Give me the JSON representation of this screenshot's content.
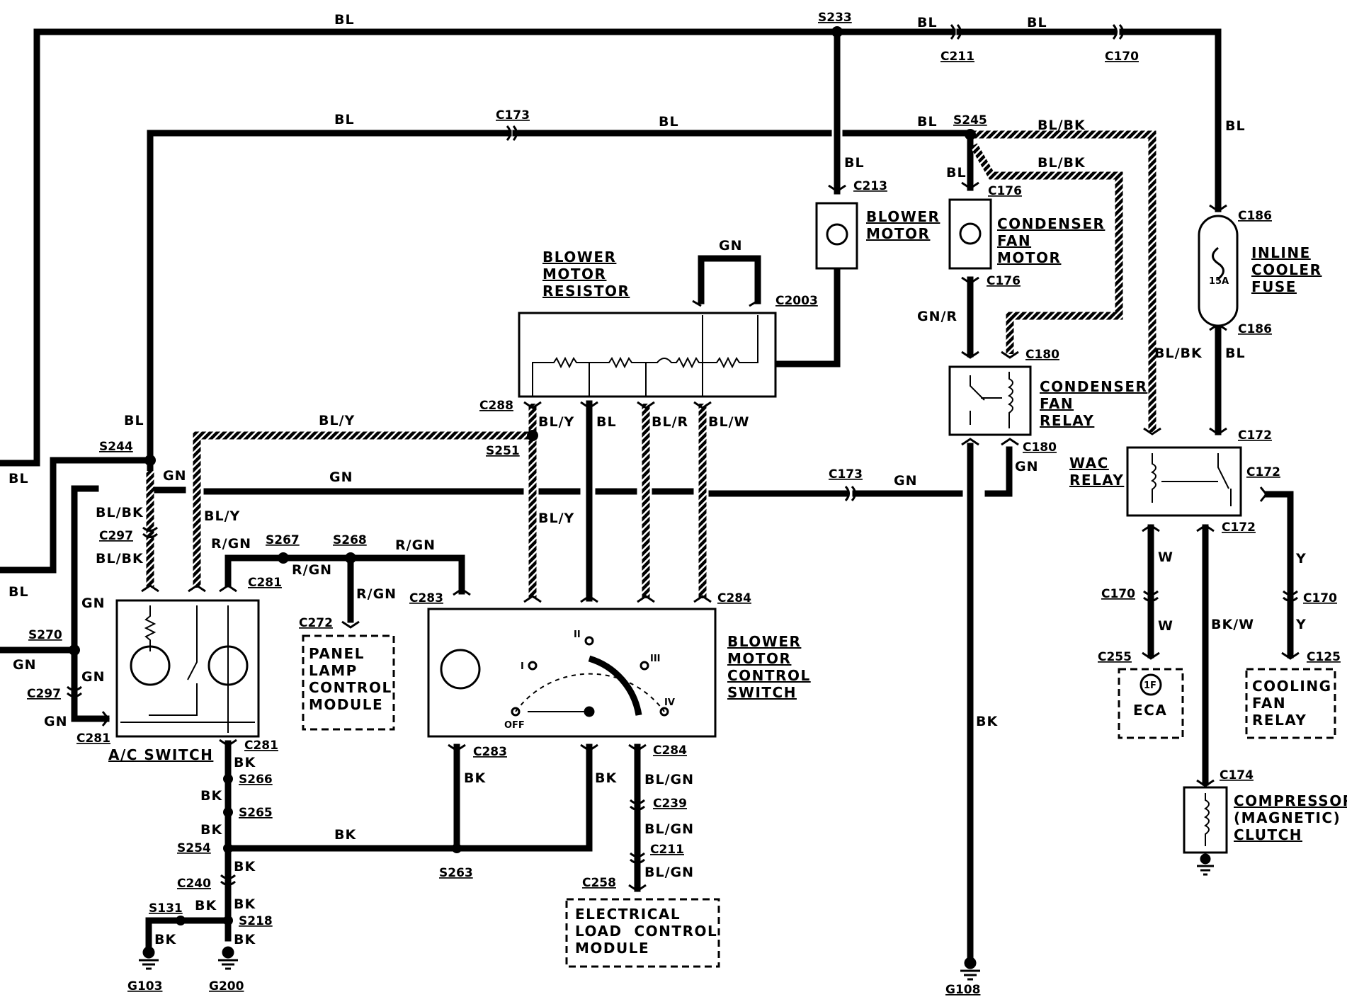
{
  "components": {
    "blower_motor": [
      "BLOWER",
      "MOTOR"
    ],
    "condenser_fan_motor": [
      "CONDENSER",
      "FAN",
      "MOTOR"
    ],
    "inline_cooler_fuse": [
      "INLINE",
      "COOLER",
      "FUSE"
    ],
    "fuse_rating": "15A",
    "blower_motor_resistor": [
      "BLOWER",
      "MOTOR",
      "RESISTOR"
    ],
    "condenser_fan_relay": [
      "CONDENSER",
      "FAN",
      "RELAY"
    ],
    "wac_relay": [
      "WAC",
      "RELAY"
    ],
    "blower_motor_control_switch": [
      "BLOWER",
      "MOTOR",
      "CONTROL",
      "SWITCH"
    ],
    "ac_switch": "A/C SWITCH",
    "panel_lamp_control_module": [
      "PANEL",
      "LAMP",
      "CONTROL",
      "MODULE"
    ],
    "electrical_load_control_module": [
      "ELECTRICAL",
      "LOAD  CONTROL",
      "MODULE"
    ],
    "eca": "ECA",
    "eca_pin": "1F",
    "cooling_fan_relay": [
      "COOLING",
      "FAN",
      "RELAY"
    ],
    "compressor_clutch": [
      "COMPRESSOR",
      "(MAGNETIC)",
      "CLUTCH"
    ],
    "switch_positions": [
      "OFF",
      "I",
      "II",
      "III",
      "IV"
    ]
  },
  "connectors": {
    "s233": "S233",
    "c211_top": "C211",
    "c170_top": "C170",
    "c173_top": "C173",
    "s245": "S245",
    "c213": "C213",
    "c176_top": "C176",
    "c176_bot": "C176",
    "c186_top": "C186",
    "c186_bot": "C186",
    "c2003": "C2003",
    "c180_top": "C180",
    "c180_bot": "C180",
    "c288": "C288",
    "s251": "S251",
    "s244": "S244",
    "c173_mid": "C173",
    "c172_top": "C172",
    "c172_right": "C172",
    "c172_bot": "C172",
    "c297_top": "C297",
    "s267": "S267",
    "s268": "S268",
    "c281_top": "C281",
    "c283_top": "C283",
    "c284_top": "C284",
    "c272": "C272",
    "s270": "S270",
    "c297_bot": "C297",
    "c281_left": "C281",
    "c281_bot": "C281",
    "c170_w": "C170",
    "c170_y": "C170",
    "c255": "C255",
    "c125": "C125",
    "s266": "S266",
    "s265": "S265",
    "s254": "S254",
    "c240": "C240",
    "s131": "S131",
    "s218": "S218",
    "g103": "G103",
    "g200": "G200",
    "c283_bot": "C283",
    "c284_bot": "C284",
    "c239": "C239",
    "c211_bot": "C211",
    "s263": "S263",
    "c258": "C258",
    "c174": "C174",
    "g108": "G108"
  },
  "wires": {
    "bl_top": "BL",
    "bl_top2": "BL",
    "bl_top3": "BL",
    "bl_right": "BL",
    "bl_row2a": "BL",
    "bl_row2b": "BL",
    "bl_row2c": "BL",
    "blbk_s245": "BL/BK",
    "blbk_diag": "BL/BK",
    "bl_blower": "BL",
    "bl_cfm": "BL",
    "gn_loop": "GN",
    "gnr": "GN/R",
    "blbk_wac": "BL/BK",
    "bl_fuse": "BL",
    "bl_left": "BL",
    "bly_top": "BL/Y",
    "res_bly": "BL/Y",
    "res_bl": "BL",
    "res_blr": "BL/R",
    "res_blw": "BL/W",
    "gn_s244": "GN",
    "gn_mid": "GN",
    "gn_c173": "GN",
    "gn_c180": "GN",
    "bl_edge_top": "BL",
    "bl_edge_bot": "BL",
    "blbk_1": "BL/BK",
    "blbk_2": "BL/BK",
    "bly_2": "BL/Y",
    "bly_3": "BL/Y",
    "rgn_1": "R/GN",
    "rgn_2": "R/GN",
    "rgn_3": "R/GN",
    "rgn_4": "R/GN",
    "gn_v1": "GN",
    "gn_v2": "GN",
    "gn_v3": "GN",
    "gn_s270": "GN",
    "w_1": "W",
    "w_2": "W",
    "y_1": "Y",
    "y_2": "Y",
    "bkw": "BK/W",
    "bk_1": "BK",
    "bk_2": "BK",
    "bk_3": "BK",
    "bk_4": "BK",
    "bk_5": "BK",
    "bk_6": "BK",
    "bk_7": "BK",
    "bk_8": "BK",
    "bk_9": "BK",
    "bk_10": "BK",
    "bk_11": "BK",
    "bk_g108": "BK",
    "blgn_1": "BL/GN",
    "blgn_2": "BL/GN",
    "blgn_3": "BL/GN"
  }
}
